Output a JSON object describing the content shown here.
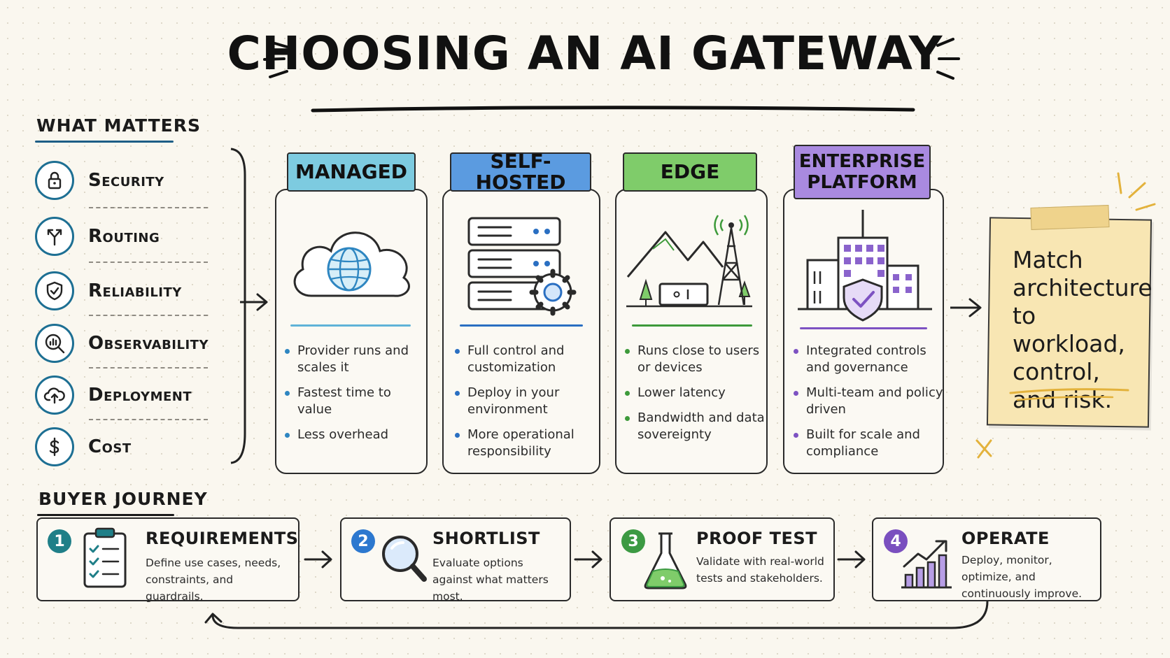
{
  "title": "CHOOSING AN AI GATEWAY",
  "what_matters": {
    "label": "WHAT MATTERS",
    "items": [
      {
        "label": "Security",
        "icon": "lock-icon"
      },
      {
        "label": "Routing",
        "icon": "split-arrows-icon"
      },
      {
        "label": "Reliability",
        "icon": "shield-check-icon"
      },
      {
        "label": "Observability",
        "icon": "chart-magnifier-icon"
      },
      {
        "label": "Deployment",
        "icon": "cloud-upload-icon"
      },
      {
        "label": "Cost",
        "icon": "dollar-icon"
      }
    ]
  },
  "columns": [
    {
      "title": "MANAGED",
      "color": "#7dcbe0",
      "accent": "#2e86c1",
      "icon": "cloud-globe-icon",
      "bullets": [
        "Provider runs and scales it",
        "Fastest time to value",
        "Less overhead"
      ]
    },
    {
      "title": "SELF-HOSTED",
      "color": "#5b9be0",
      "accent": "#2a6fc2",
      "icon": "server-gear-icon",
      "bullets": [
        "Full control and customization",
        "Deploy in your environment",
        "More operational responsibility"
      ]
    },
    {
      "title": "EDGE",
      "color": "#7fcc6a",
      "accent": "#3d9a3a",
      "icon": "edge-tower-icon",
      "bullets": [
        "Runs close to users or devices",
        "Lower latency",
        "Bandwidth and data sovereignty"
      ]
    },
    {
      "title": "ENTERPRISE PLATFORM",
      "color": "#a98ae0",
      "accent": "#7d52c2",
      "icon": "enterprise-building-icon",
      "bullets": [
        "Integrated controls and governance",
        "Multi-team and policy driven",
        "Built for scale and compliance"
      ]
    }
  ],
  "note": "Match architecture to workload, control, and risk.",
  "buyer_journey": {
    "label": "BUYER JOURNEY",
    "steps": [
      {
        "number": "1",
        "title": "REQUIREMENTS",
        "description": "Define use cases, needs, constraints, and guardrails.",
        "color": "#1f7f88",
        "icon": "clipboard-checklist-icon"
      },
      {
        "number": "2",
        "title": "SHORTLIST",
        "description": "Evaluate options against what matters most.",
        "color": "#2c78cf",
        "icon": "magnifier-icon"
      },
      {
        "number": "3",
        "title": "PROOF TEST",
        "description": "Validate with real-world tests and stakeholders.",
        "color": "#3c9a43",
        "icon": "flask-icon"
      },
      {
        "number": "4",
        "title": "OPERATE",
        "description": "Deploy, monitor, optimize, and continuously improve.",
        "color": "#7a4fbf",
        "icon": "growth-chart-icon"
      }
    ]
  }
}
